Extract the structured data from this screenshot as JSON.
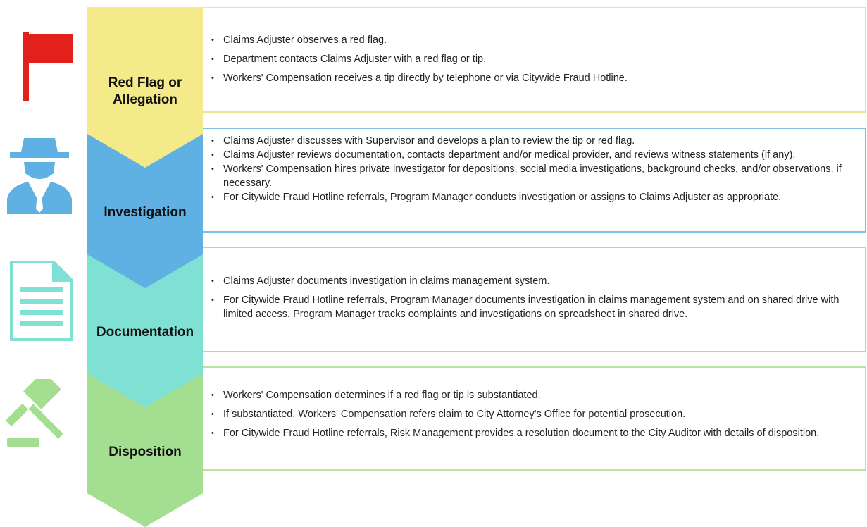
{
  "stages": [
    {
      "label": "Red Flag or Allegation",
      "color": "#f4ea8a",
      "border": "#ece48e",
      "icon": "red-flag-icon",
      "bullets": [
        "Claims Adjuster observes a red flag.",
        "Department contacts Claims Adjuster with a red flag or tip.",
        "Workers' Compensation receives a tip directly by telephone or via Citywide Fraud Hotline."
      ]
    },
    {
      "label": "Investigation",
      "color": "#5fb0e3",
      "border": "#7ec0ea",
      "icon": "detective-icon",
      "bullets": [
        "Claims Adjuster discusses with Supervisor and develops a plan to review the tip or red flag.",
        "Claims Adjuster reviews documentation, contacts department and/or medical provider, and reviews witness statements (if any).",
        "Workers' Compensation hires private investigator for depositions, social media investigations, background checks, and/or observations, if necessary.",
        "For Citywide Fraud Hotline referrals, Program Manager conducts investigation or assigns to Claims Adjuster as appropriate."
      ]
    },
    {
      "label": "Documentation",
      "color": "#7fe0d4",
      "border": "#8fe2d8",
      "icon": "document-icon",
      "bullets": [
        "Claims Adjuster documents investigation in claims management system.",
        "For Citywide Fraud Hotline referrals, Program Manager documents investigation in claims management system and on shared drive with limited access. Program Manager tracks complaints and investigations on spreadsheet in shared drive."
      ]
    },
    {
      "label": "Disposition",
      "color": "#a4de90",
      "border": "#b5e4a3",
      "icon": "gavel-icon",
      "bullets": [
        "Workers' Compensation determines if a red flag or tip is substantiated.",
        "If substantiated, Workers' Compensation refers claim to City Attorney's Office for potential prosecution.",
        "For Citywide Fraud Hotline referrals, Risk Management provides a resolution document to the City Auditor with details of disposition."
      ]
    }
  ]
}
